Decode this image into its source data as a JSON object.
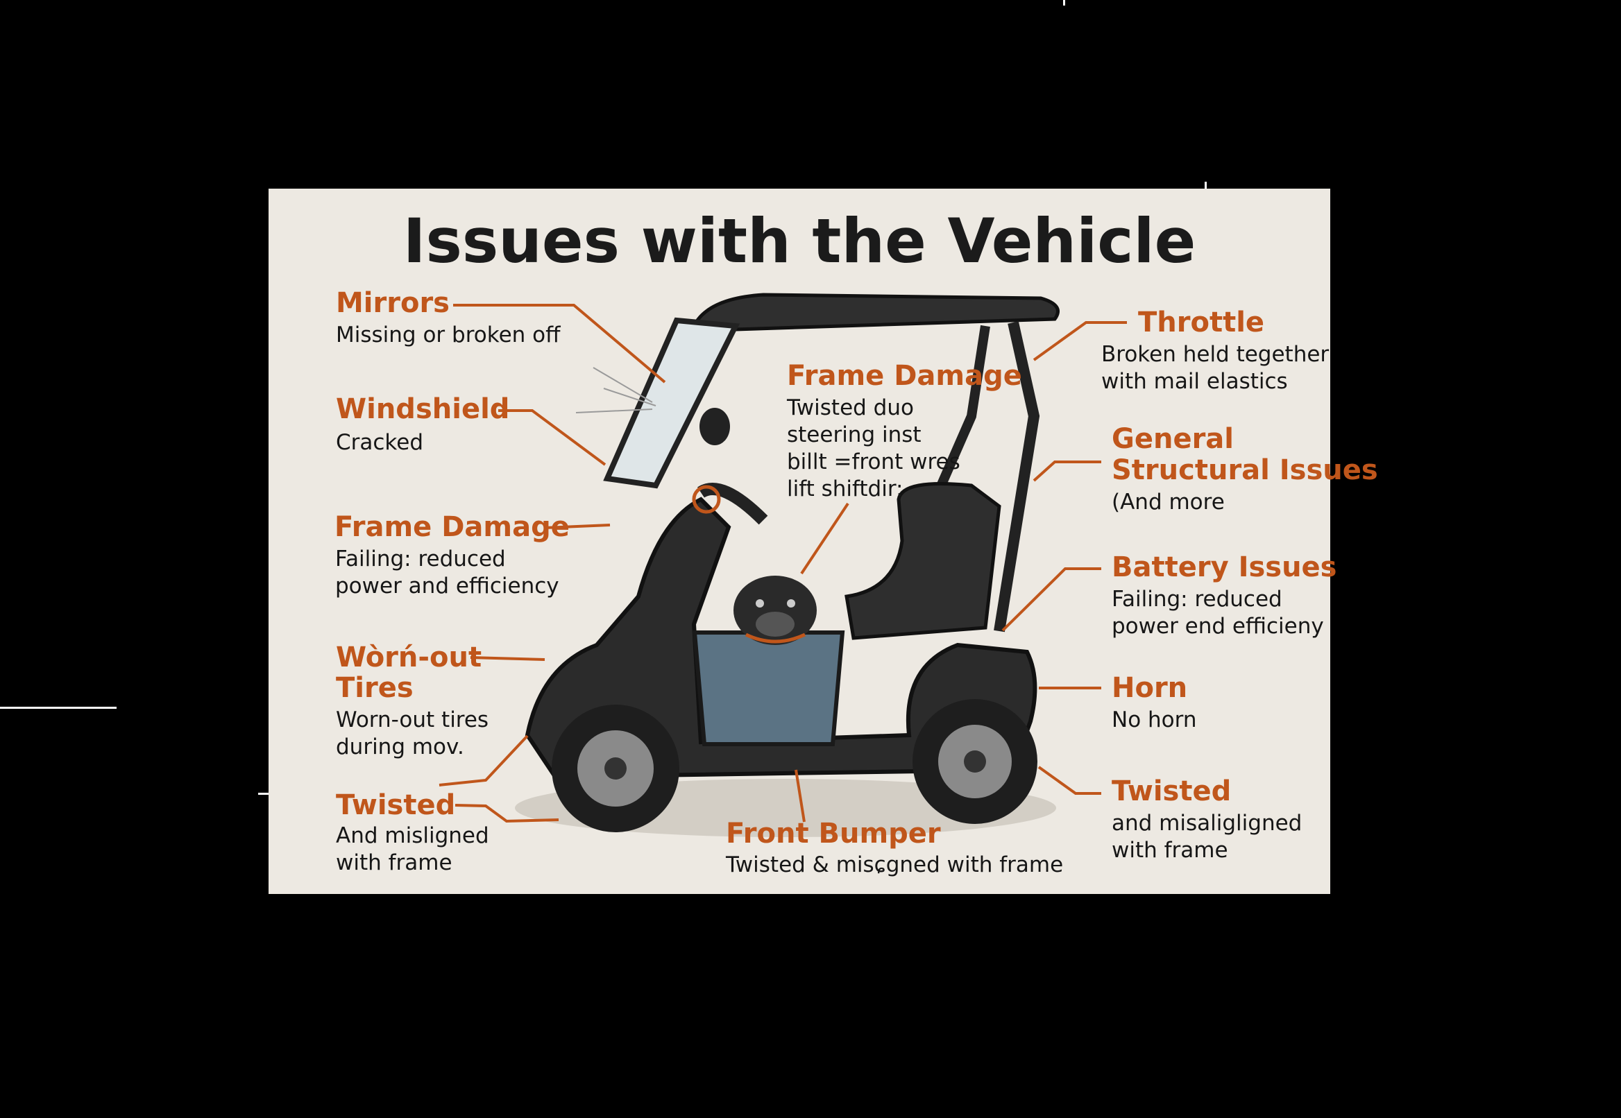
{
  "title": "Issues with the Vehicle",
  "colors": {
    "accent": "#c0561b",
    "panel": "#ede9e2",
    "vehicle": "#2b2b2b",
    "basket": "#5b7384"
  },
  "callouts": {
    "mirrors": {
      "label": "Mirrors",
      "desc": [
        "Missing or broken off"
      ]
    },
    "windshield": {
      "label": "Windshield",
      "desc": [
        "Cracked"
      ]
    },
    "frame_left": {
      "label": "Frame Damage",
      "desc": [
        "Failing: reduced",
        "power and efficiency"
      ]
    },
    "tires": {
      "label": [
        "Wòrń-out",
        "Tires"
      ],
      "desc": [
        "Worn-out tires",
        "during mov."
      ]
    },
    "twisted_left": {
      "label": "Twisted",
      "desc": [
        "And misligned",
        "with frame"
      ]
    },
    "frame_center": {
      "label": "Frame Damage",
      "desc": [
        "Twisted duo",
        "steering inst",
        "billt =front wres",
        "lift shiftdir:"
      ]
    },
    "bumper": {
      "label": "Front Bumper",
      "desc": [
        "Twisted & misɕgned with frame"
      ]
    },
    "throttle": {
      "label": "Throttle",
      "desc": [
        "Broken held tegether",
        "with mail elastics"
      ]
    },
    "general": {
      "label": [
        "General",
        "Structural Issues"
      ],
      "desc": [
        "(And more"
      ]
    },
    "battery": {
      "label": "Battery Issues",
      "desc": [
        "Failing: reduced",
        "power end efficieny"
      ]
    },
    "horn": {
      "label": "Horn",
      "desc": [
        "No horn"
      ]
    },
    "twisted_right": {
      "label": "Twisted",
      "desc": [
        "and misaligligned",
        "with frame"
      ]
    }
  }
}
